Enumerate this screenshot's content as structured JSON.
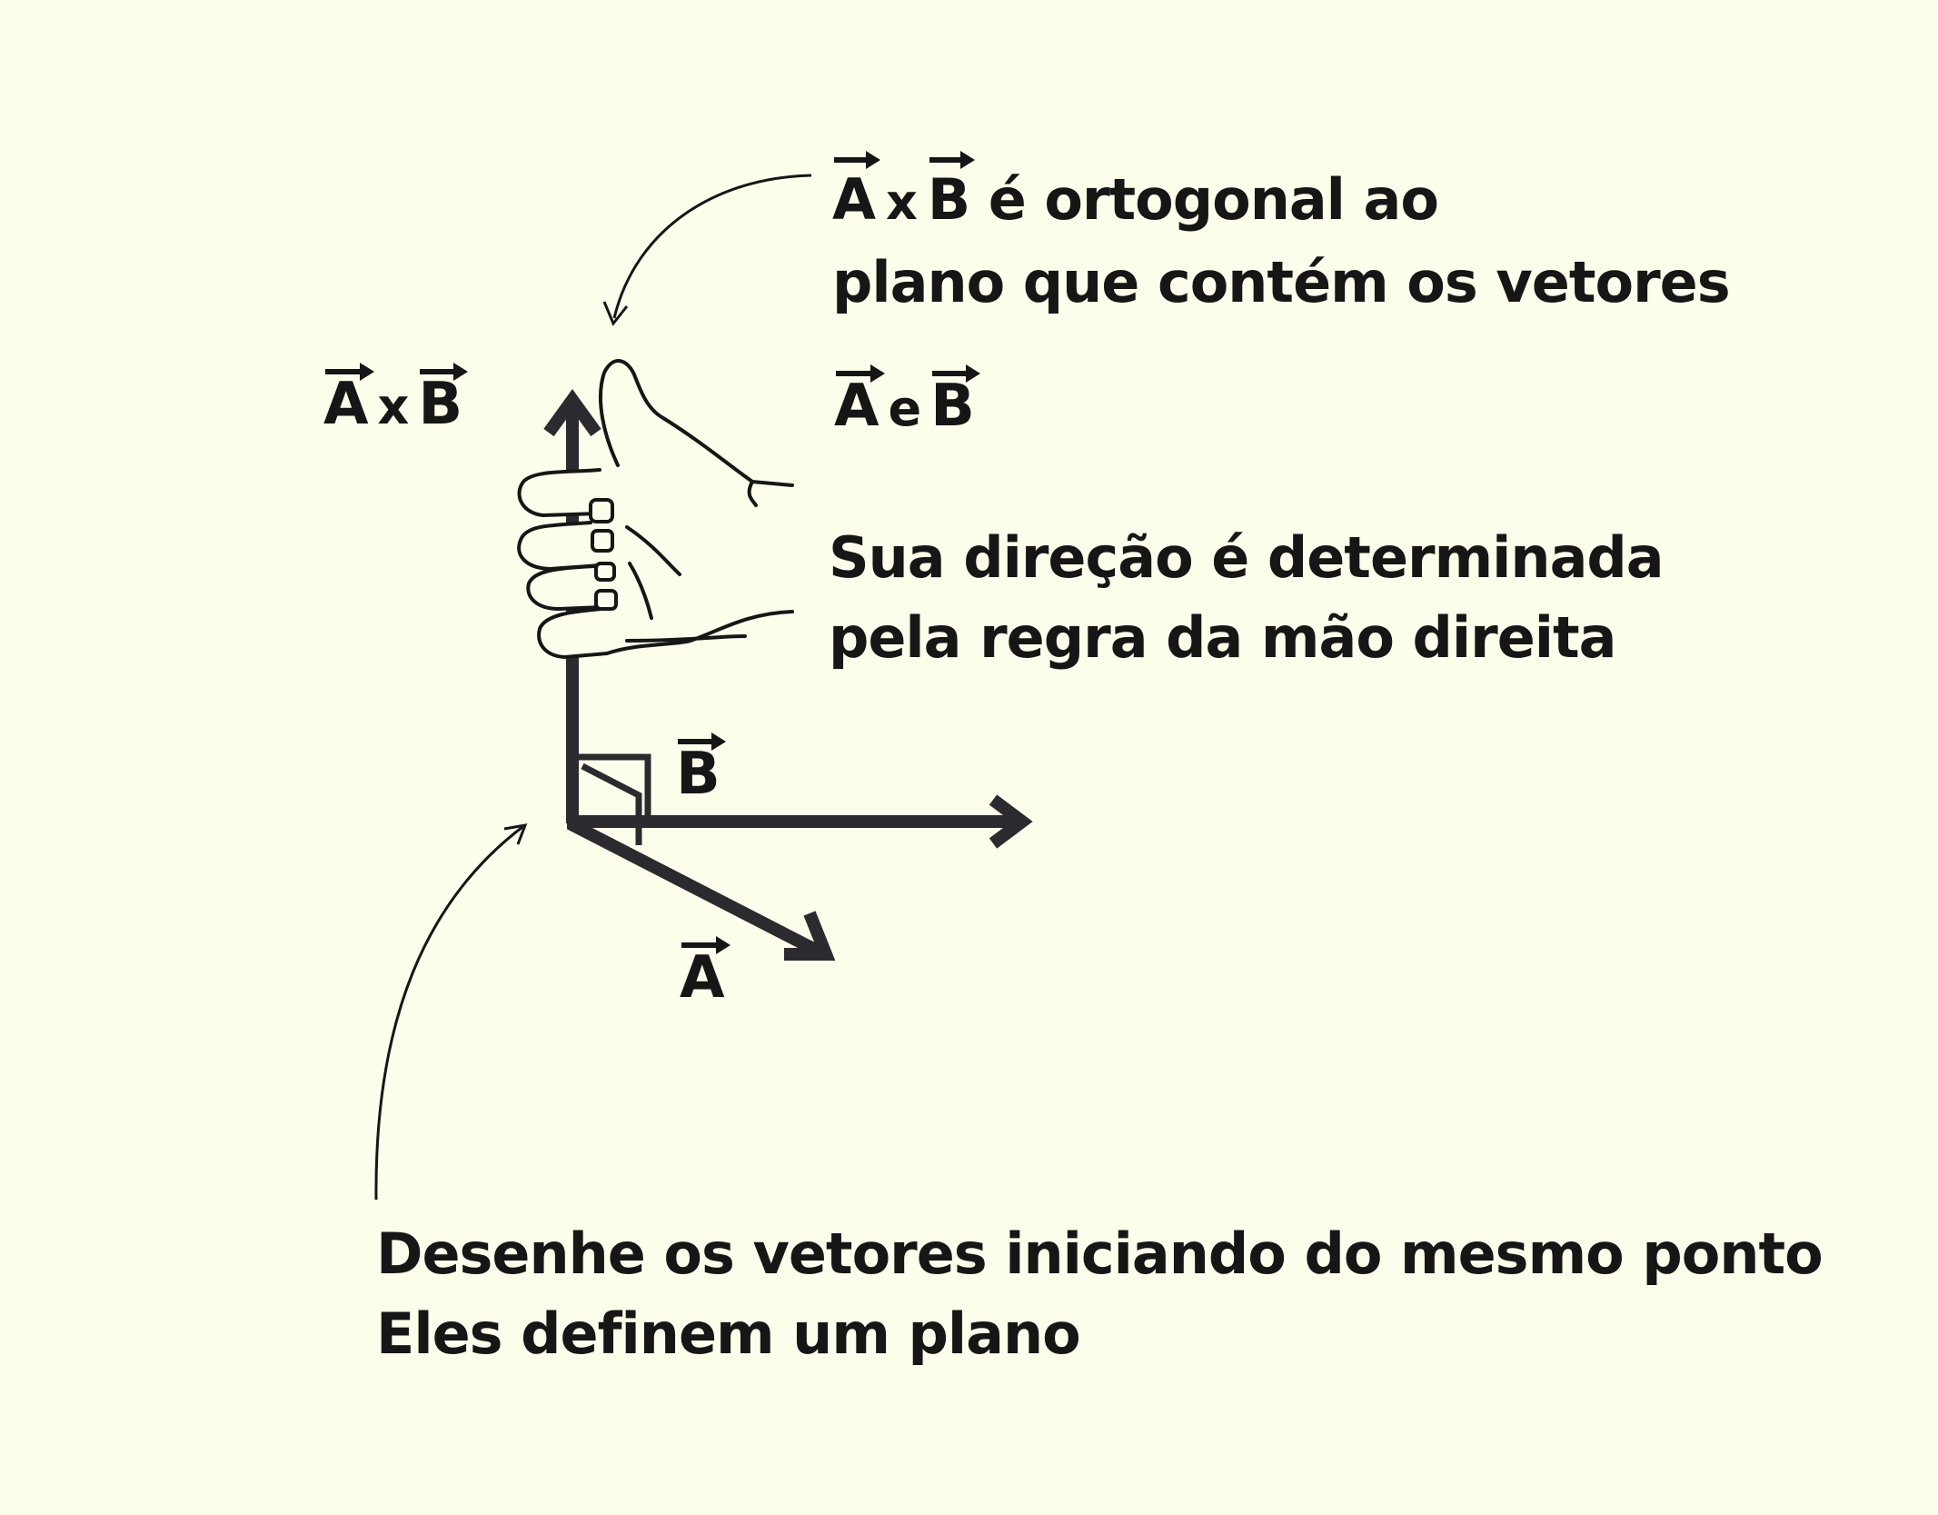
{
  "vector_a": "A",
  "vector_b": "B",
  "cross_operator": "x",
  "and_word": "e",
  "orthogonal_note": {
    "suffix": "é ortogonal ao",
    "line2": "plano que contém os vetores"
  },
  "direction_note": {
    "line1": "Sua direção é determinada",
    "line2": "pela regra da mão direita"
  },
  "origin_note": {
    "line1": "Desenhe os vetores iniciando do mesmo ponto",
    "line2": "Eles definem um plano"
  },
  "colors": {
    "background": "#fdfdeb",
    "ink": "#161616",
    "vector_stroke": "#2b2a2e"
  }
}
